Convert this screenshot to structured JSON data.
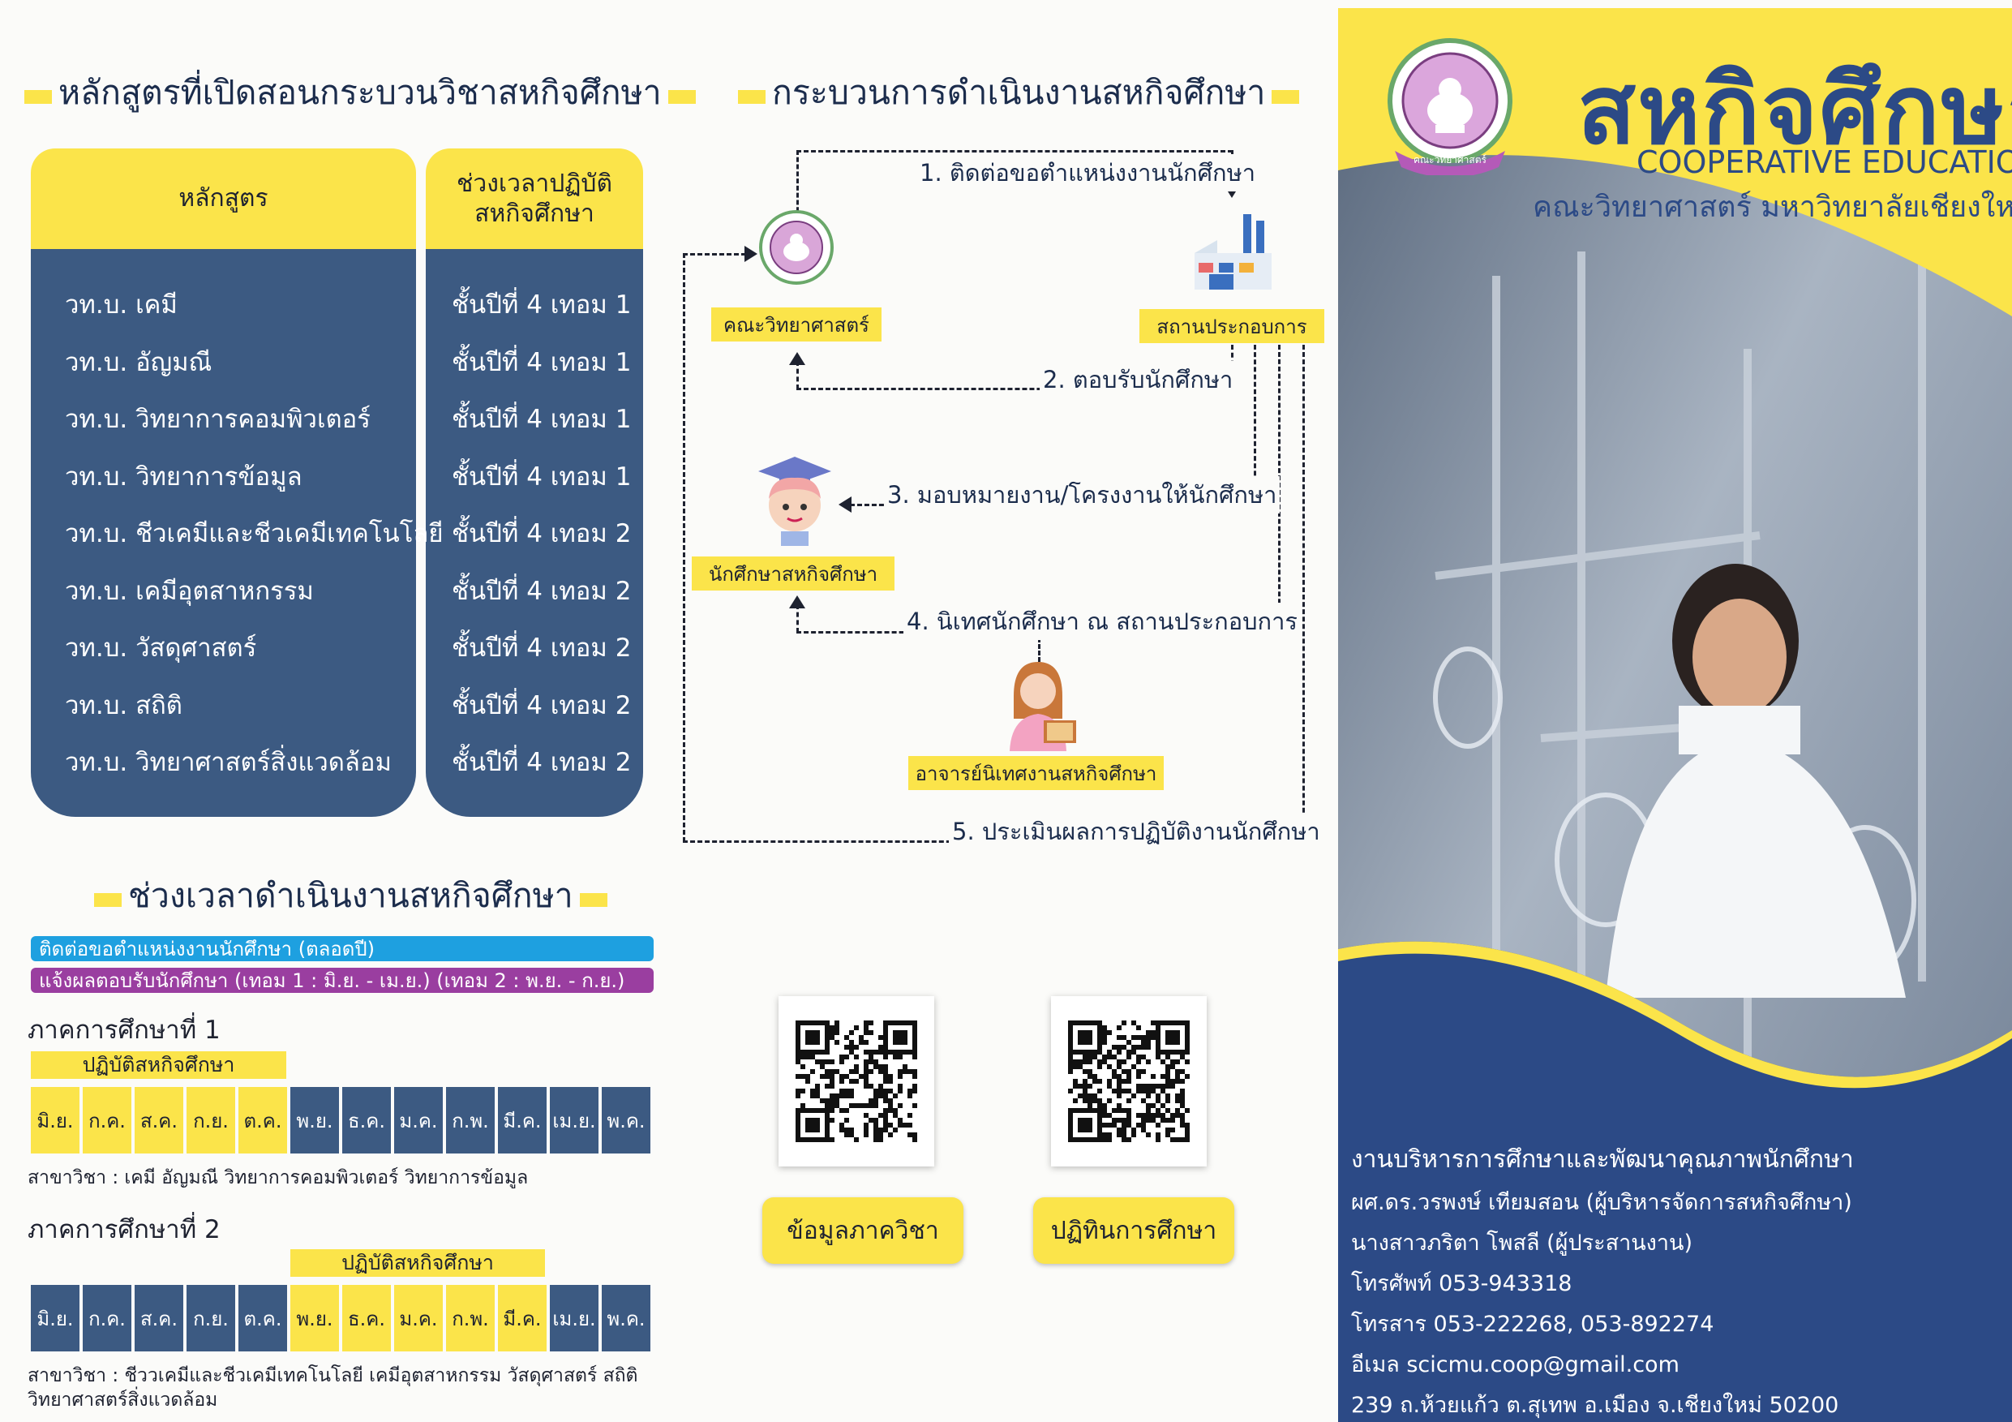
{
  "curriculum": {
    "title": "หลักสูตรที่เปิดสอนกระบวนวิชาสหกิจศึกษา",
    "col_program": "หลักสูตร",
    "col_period_line1": "ช่วงเวลาปฏิบัติ",
    "col_period_line2": "สหกิจศึกษา",
    "rows": [
      {
        "program": "วท.บ. เคมี",
        "period": "ชั้นปีที่ 4 เทอม 1"
      },
      {
        "program": "วท.บ. อัญมณี",
        "period": "ชั้นปีที่ 4 เทอม 1"
      },
      {
        "program": "วท.บ. วิทยาการคอมพิวเตอร์",
        "period": "ชั้นปีที่ 4 เทอม 1"
      },
      {
        "program": "วท.บ. วิทยาการข้อมูล",
        "period": "ชั้นปีที่ 4 เทอม 1"
      },
      {
        "program": "วท.บ. ชีวเคมีและชีวเคมีเทคโนโลยี",
        "period": "ชั้นปีที่ 4 เทอม 2"
      },
      {
        "program": "วท.บ. เคมีอุตสาหกรรม",
        "period": "ชั้นปีที่ 4 เทอม 2"
      },
      {
        "program": "วท.บ. วัสดุศาสตร์",
        "period": "ชั้นปีที่ 4 เทอม 2"
      },
      {
        "program": "วท.บ. สถิติ",
        "period": "ชั้นปีที่ 4 เทอม 2"
      },
      {
        "program": "วท.บ. วิทยาศาสตร์สิ่งแวดล้อม",
        "period": "ชั้นปีที่ 4 เทอม 2"
      }
    ]
  },
  "process": {
    "title": "กระบวนการดำเนินงานสหกิจศึกษา",
    "nodes": {
      "faculty": "คณะวิทยาศาสตร์",
      "company": "สถานประกอบการ",
      "student": "นักศึกษาสหกิจศึกษา",
      "advisor": "อาจารย์นิเทศงานสหกิจศึกษา"
    },
    "steps": [
      "1. ติดต่อขอตำแหน่งงานนักศึกษา",
      "2. ตอบรับนักศึกษา",
      "3. มอบหมายงาน/โครงงานให้นักศึกษา",
      "4. นิเทศนักศึกษา ณ สถานประกอบการ",
      "5. ประเมินผลการปฏิบัติงานนักศึกษา"
    ]
  },
  "timeline": {
    "title": "ช่วงเวลาดำเนินงานสหกิจศึกษา",
    "pill_blue": "ติดต่อขอตำแหน่งงานนักศึกษา (ตลอดปี)",
    "pill_purple": "แจ้งผลตอบรับนักศึกษา (เทอม 1 : มิ.ย. - เม.ย.) (เทอม 2 : พ.ย. - ก.ย.)",
    "colors": {
      "blue": "#1ea0e0",
      "purple": "#9a3ea0",
      "navy": "#3c5a82",
      "yellow": "#fbe44a"
    },
    "practice_label": "ปฏิบัติสหกิจศึกษา",
    "months": [
      "มิ.ย.",
      "ก.ค.",
      "ส.ค.",
      "ก.ย.",
      "ต.ค.",
      "พ.ย.",
      "ธ.ค.",
      "ม.ค.",
      "ก.พ.",
      "มี.ค.",
      "เม.ย.",
      "พ.ค."
    ],
    "term1": {
      "label": "ภาคการศึกษาที่ 1",
      "majors": "สาขาวิชา : เคมี  อัญมณี  วิทยาการคอมพิวเตอร์  วิทยาการข้อมูล"
    },
    "term2": {
      "label": "ภาคการศึกษาที่ 2",
      "majors_line1": "สาขาวิชา : ชีววเคมีและชีวเคมีเทคโนโลยี  เคมีอุตสาหกรรม  วัสดุศาสตร์  สถิติ",
      "majors_line2": "วิทยาศาสตร์สิ่งแวดล้อม"
    }
  },
  "qr": {
    "left_label": "ข้อมูลภาควิชา",
    "right_label": "ปฏิทินการศึกษา"
  },
  "cover": {
    "title": "สหกิจศึกษา",
    "subtitle_en": "COOPERATIVE EDUCATION",
    "subtitle_th": "คณะวิทยาศาสตร์ มหาวิทยาลัยเชียงใหม่",
    "logo_ribbon": "คณะวิทยาศาสตร์",
    "contact": {
      "unit": "งานบริหารการศึกษาและพัฒนาคุณภาพนักศึกษา",
      "person1": "ผศ.ดร.วรพงษ์ เทียมสอน (ผู้บริหารจัดการสหกิจศึกษา)",
      "person2": "นางสาวภริตา โพสลี (ผู้ประสานงาน)",
      "phone": "โทรศัพท์ 053-943318",
      "fax": "โทรสาร 053-222268, 053-892274",
      "email": "อีเมล scicmu.coop@gmail.com",
      "address": "239 ถ.ห้วยแก้ว ต.สุเทพ อ.เมือง จ.เชียงใหม่ 50200"
    }
  }
}
